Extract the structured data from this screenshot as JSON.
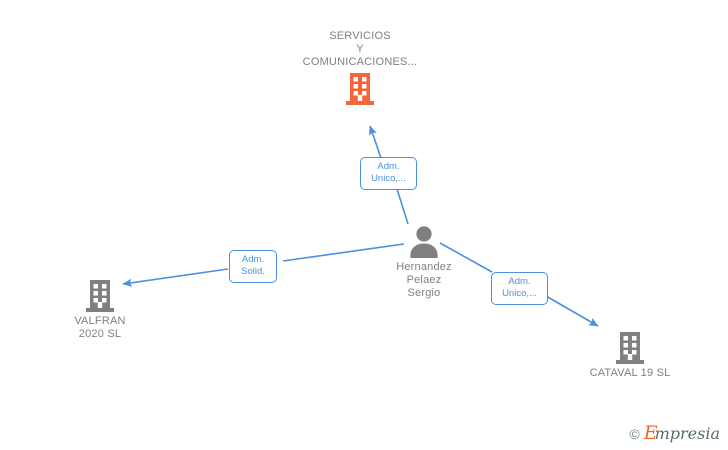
{
  "colors": {
    "edge": "#4a90e2",
    "company_root": "#f4663a",
    "company_other": "#808080",
    "person": "#808080",
    "text": "#808080",
    "label_border": "#4a90e2",
    "label_text": "#4a90e2",
    "background": "#ffffff",
    "watermark_orange": "#f26722",
    "watermark_gray": "#5a6a6a"
  },
  "graph": {
    "nodes": [
      {
        "id": "root-company",
        "type": "company",
        "icon": "building-icon",
        "label": "SERVICIOS\nY\nCOMUNICACIONES...",
        "label_position": "above"
      },
      {
        "id": "person",
        "type": "person",
        "icon": "person-icon",
        "label": "Hernandez\nPelaez\nSergio",
        "label_position": "below"
      },
      {
        "id": "valfran",
        "type": "company",
        "icon": "building-icon",
        "label": "VALFRAN\n2020  SL",
        "label_position": "below"
      },
      {
        "id": "cataval",
        "type": "company",
        "icon": "building-icon",
        "label": "CATAVAL 19  SL",
        "label_position": "below"
      }
    ],
    "edges": [
      {
        "id": "edge-person-root",
        "from": "person",
        "to": "root-company",
        "label": "Adm.\nUnico,..."
      },
      {
        "id": "edge-person-valfran",
        "from": "person",
        "to": "valfran",
        "label": "Adm.\nSolid."
      },
      {
        "id": "edge-person-cataval",
        "from": "person",
        "to": "cataval",
        "label": "Adm.\nUnico,..."
      }
    ]
  },
  "watermark": {
    "copyright": "©",
    "brand_initial": "E",
    "brand_rest": "mpresia"
  }
}
